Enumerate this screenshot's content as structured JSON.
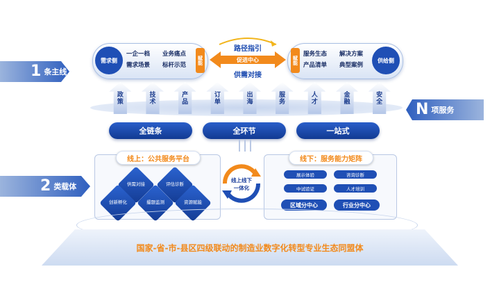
{
  "tags": {
    "main_line": {
      "num": "1",
      "text": "条主线"
    },
    "carriers": {
      "num": "2",
      "text": "类载体"
    },
    "services": {
      "num": "N",
      "text": "项服务"
    }
  },
  "top_left": {
    "side": "需求侧",
    "items": [
      "一企一档",
      "业务痛点",
      "需求场景",
      "标杆示范"
    ],
    "badge": "赋能"
  },
  "top_right": {
    "side": "供给侧",
    "items": [
      "服务生态",
      "解决方案",
      "产品清单",
      "典型案例"
    ],
    "badge": "赋能"
  },
  "center": {
    "top": "路径指引",
    "middle": "促进中心",
    "bottom": "供需对接"
  },
  "arrows": [
    "政策",
    "技术",
    "产品",
    "订单",
    "出海",
    "服务",
    "人才",
    "金融",
    "安全"
  ],
  "bars": [
    "全链条",
    "全环节",
    "一站式"
  ],
  "online": {
    "title": "线上：公共服务平台",
    "items": [
      "供需对接",
      "评估诊断",
      "创新孵化",
      "撮题监测",
      "资源赋能"
    ]
  },
  "cycle": {
    "text1": "线上线下",
    "text2": "一体化"
  },
  "offline": {
    "title": "线下：服务能力矩阵",
    "small": [
      "展示体验",
      "咨询诊断",
      "中试验证",
      "人才培训"
    ],
    "centers": [
      "区域分中心",
      "行业分中心"
    ]
  },
  "foundation": "国家-省-市-县区四级联动的制造业数字化转型专业生态同盟体",
  "colors": {
    "primary": "#1c4bb0",
    "accent": "#f28a1c"
  }
}
